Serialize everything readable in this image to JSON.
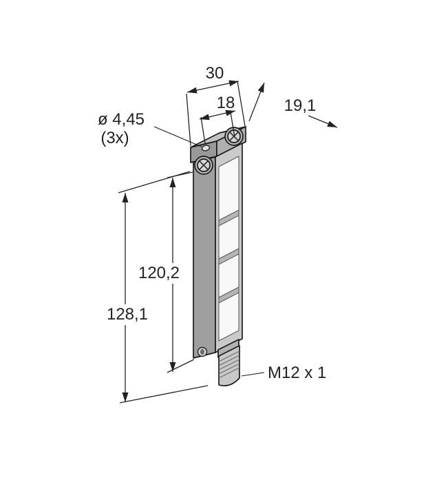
{
  "drawing": {
    "labels": {
      "dim_top_width": "30",
      "dim_hole_spacing": "18",
      "dim_depth": "19,1",
      "hole_diameter": "ø 4,45",
      "hole_count": "(3x)",
      "dim_housing_length": "120,2",
      "dim_overall_length": "128,1",
      "connector_thread": "M12 x 1"
    },
    "colors": {
      "line": "#222222",
      "background": "#ffffff",
      "cap_top": "#c2c2c2",
      "cap_front": "#999999",
      "cap_side": "#b0b0b0",
      "body_side": "#9f9f9f",
      "body_front": "#cacaca",
      "lens": "#f8f8f8",
      "divider": "#b5b5b5",
      "ear": "#b4b4b4",
      "screw": "#d6d6d6",
      "connector": "#c8c8c8",
      "neck": "#b2b2b2"
    }
  }
}
